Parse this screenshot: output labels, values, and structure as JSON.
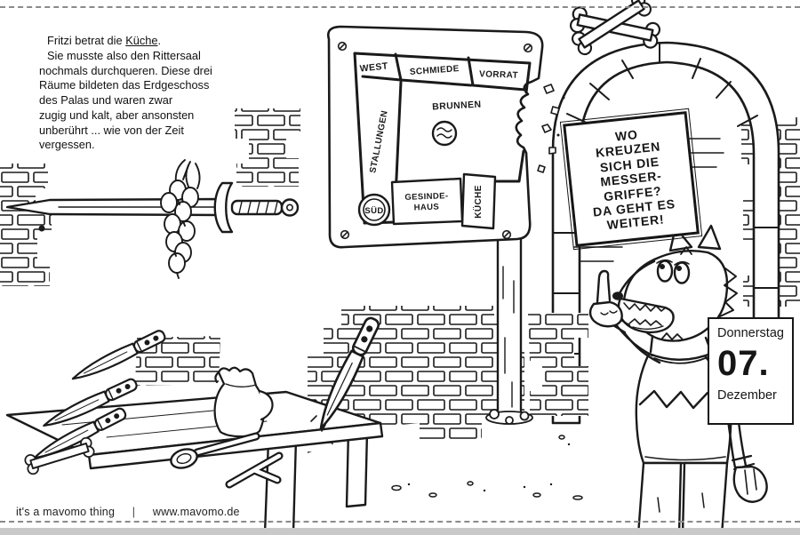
{
  "story": {
    "sentence1_prefix": "Fritzi betrat die ",
    "sentence1_word": "Küche",
    "sentence1_suffix": ".",
    "lines": [
      "Sie musste also den Rittersaal",
      "nochmals durchqueren. Diese drei",
      "Räume bildeten das Erdgeschoss",
      "des Palas und waren zwar",
      "zugig und kalt, aber ansonsten",
      "unberührt ... wie von der Zeit",
      "vergessen."
    ]
  },
  "map": {
    "labels": {
      "west": "WEST",
      "schmiede": "SCHMIEDE",
      "vorrat": "VORRAT",
      "stallungen": "STALLUNGEN",
      "brunnen": "BRUNNEN",
      "sued": "SÜD",
      "gesinde_line1": "GESINDE-",
      "gesinde_line2": "HAUS",
      "kueche": "KÜCHE"
    }
  },
  "sign": {
    "lines": [
      "WO",
      "KREUZEN",
      "SICH DIE",
      "MESSER-",
      "GRIFFE?",
      "DA GEHT ES",
      "WEITER!"
    ]
  },
  "calendar": {
    "weekday": "Donnerstag",
    "day": "07.",
    "month": "Dezember"
  },
  "footer": {
    "brand": "it's a mavomo thing",
    "separator": "|",
    "url": "www.mavomo.de"
  },
  "scene": {
    "elements": [
      "sword-in-wall",
      "garlic-bunch",
      "castle-floorplan-slab",
      "wooden-post",
      "stone-archway",
      "crossed-bones",
      "riddle-sign",
      "fox-character-pointing-up",
      "wooden-table",
      "four-knives",
      "jug",
      "wooden-spoon",
      "branch-fork",
      "bone",
      "brick-walls",
      "rubble"
    ]
  },
  "colors": {
    "ink": "#1a1a1a",
    "paper": "#ffffff",
    "perforation": "#8a8a8a",
    "bottom_strip": "#c9c9c9"
  }
}
